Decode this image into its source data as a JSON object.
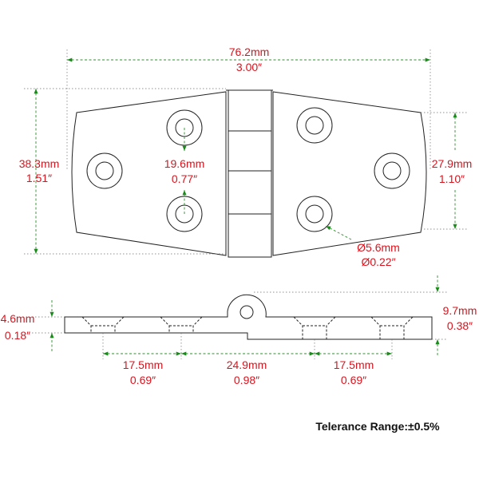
{
  "colors": {
    "dimension_text": "#d9141e",
    "dimension_arrow": "#1a8a1a",
    "outline": "#222222"
  },
  "top_view": {
    "overall_width": {
      "mm": "76.2mm",
      "inch": "3.00″"
    },
    "overall_height": {
      "mm": "38.3mm",
      "inch": "1.51″"
    },
    "hole_spacing": {
      "mm": "19.6mm",
      "inch": "0.77″"
    },
    "end_height": {
      "mm": "27.9mm",
      "inch": "1.10″"
    },
    "hole_diameter": {
      "mm": "Ø5.6mm",
      "inch": "Ø0.22″"
    }
  },
  "side_view": {
    "leaf_thickness": {
      "mm": "4.6mm",
      "inch": "0.18″"
    },
    "knuckle_height": {
      "mm": "9.7mm",
      "inch": "0.38″"
    },
    "hole_pitch_left": {
      "mm": "17.5mm",
      "inch": "0.69″"
    },
    "hole_pitch_center": {
      "mm": "24.9mm",
      "inch": "0.98″"
    },
    "hole_pitch_right": {
      "mm": "17.5mm",
      "inch": "0.69″"
    }
  },
  "tolerance_note": "Telerance Range:±0.5%"
}
